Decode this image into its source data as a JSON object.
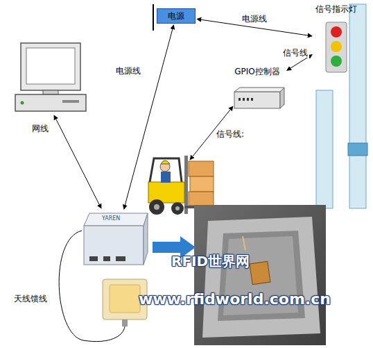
{
  "diagram": {
    "nodes": [
      {
        "text": [
          "电源"
        ]
      },
      {
        "text": [
          "信号指示灯"
        ]
      },
      {
        "text": [
          "GPIO控制器"
        ]
      },
      {
        "text": [
          "YAREN"
        ]
      }
    ],
    "edges": [
      {
        "from": 3,
        "to": 0,
        "label": "电源线",
        "arrow": "both"
      },
      {
        "from": 0,
        "to": 1,
        "label": "电源线",
        "arrow": "both"
      },
      {
        "from": 2,
        "to": 1,
        "label": "信号线",
        "arrow": "both"
      }
    ],
    "labels": [
      "网线",
      "信号线:",
      "天线馈线",
      "RFID世界网",
      "www.rfidworld.com.cn"
    ]
  }
}
